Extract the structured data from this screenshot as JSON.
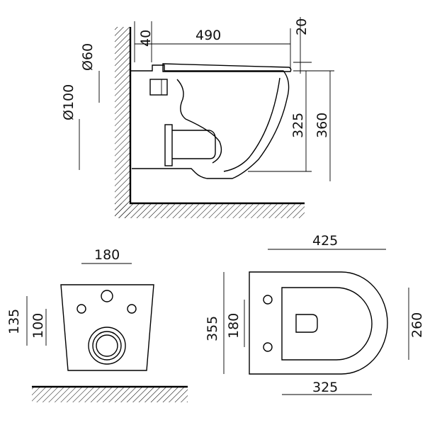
{
  "side_view": {
    "dims": {
      "offset_top": "40",
      "length": "490",
      "seat_thickness": "20",
      "pipe_small": "Ø60",
      "pipe_large": "Ø100",
      "height_inner": "325",
      "height_total": "360"
    }
  },
  "rear_view": {
    "dims": {
      "bolt_spacing": "180",
      "height_outer": "135",
      "height_inner": "100"
    }
  },
  "top_view": {
    "dims": {
      "length": "425",
      "length_inner": "325",
      "depth": "355",
      "bolt_spacing": "180",
      "width": "260"
    }
  }
}
